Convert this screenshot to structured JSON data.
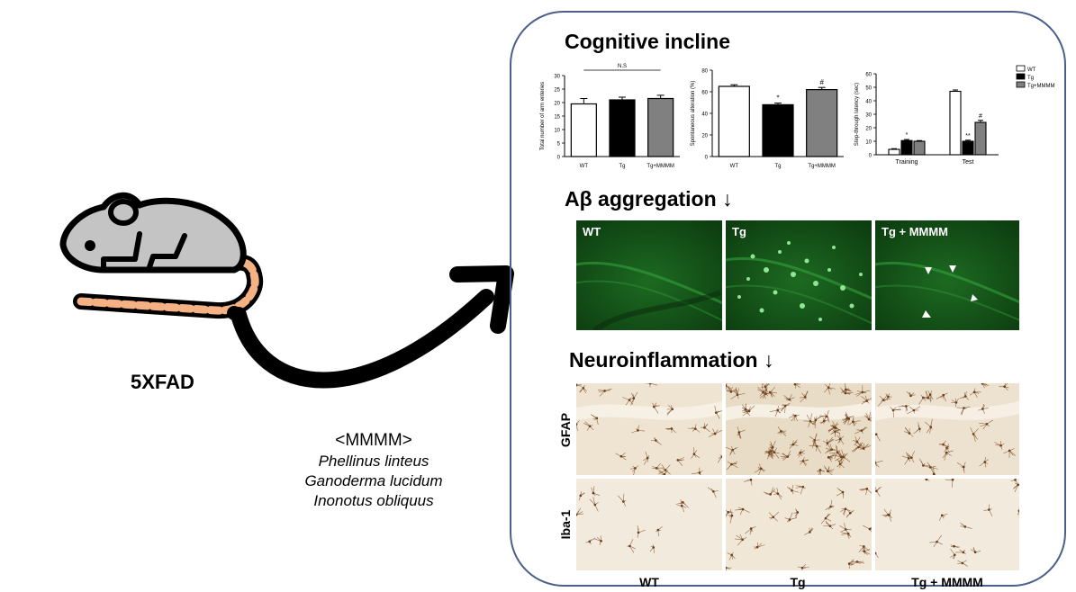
{
  "mouse": {
    "label": "5XFAD"
  },
  "treatment": {
    "name": "<MMMM>",
    "species": [
      "Phellinus linteus",
      "Ganoderma lucidum",
      "Inonotus obliquus"
    ]
  },
  "sections": {
    "cognitive": "Cognitive incline",
    "abeta": "Aβ aggregation ↓",
    "neuro": "Neuroinflammation ↓"
  },
  "colors": {
    "panel_border": "#4a5f8a",
    "wt": "#ffffff",
    "tg": "#000000",
    "tg_mmmm": "#808080",
    "mouse_body": "#c4c4c4",
    "mouse_tail": "#f4b183",
    "fluor_green": "#1f6b24",
    "ihc_bg": "#efe4d2"
  },
  "abeta_labels": [
    "WT",
    "Tg",
    "Tg + MMMM"
  ],
  "ihc": {
    "rows": [
      "GFAP",
      "Iba-1"
    ],
    "cols": [
      "WT",
      "Tg",
      "Tg + MMMM"
    ]
  },
  "chart_data": [
    {
      "type": "bar",
      "ylabel": "Total number of arm enteries",
      "categories": [
        "WT",
        "Tg",
        "Tg+MMMM"
      ],
      "values": [
        19.5,
        21,
        21.5
      ],
      "errors": [
        2,
        1,
        1.2
      ],
      "ylim": [
        0,
        30
      ],
      "yticks": [
        0,
        5,
        10,
        15,
        20,
        25,
        30
      ],
      "annotations": {
        "bracket": "N.S"
      }
    },
    {
      "type": "bar",
      "ylabel": "Spontaneous alteration (%)",
      "categories": [
        "WT",
        "Tg",
        "Tg+MMMM"
      ],
      "values": [
        65,
        48,
        62
      ],
      "errors": [
        1.5,
        1.5,
        2
      ],
      "ylim": [
        0,
        80
      ],
      "yticks": [
        0,
        20,
        40,
        60,
        80
      ],
      "annotations": [
        "",
        "*",
        "#"
      ]
    },
    {
      "type": "bar",
      "ylabel": "Step-through latency (sec)",
      "categories": [
        "Training",
        "Test"
      ],
      "series": [
        {
          "name": "WT",
          "values": [
            4,
            47
          ],
          "errors": [
            0.5,
            1
          ]
        },
        {
          "name": "Tg",
          "values": [
            10.5,
            10
          ],
          "errors": [
            0.8,
            0.8
          ]
        },
        {
          "name": "Tg+MMMM",
          "values": [
            10,
            24
          ],
          "errors": [
            0.5,
            1.5
          ]
        }
      ],
      "ylim": [
        0,
        60
      ],
      "yticks": [
        0,
        10,
        20,
        30,
        40,
        50,
        60
      ],
      "annotations": {
        "Training": [
          "",
          "*",
          ""
        ],
        "Test": [
          "",
          "**",
          "#"
        ]
      }
    }
  ]
}
